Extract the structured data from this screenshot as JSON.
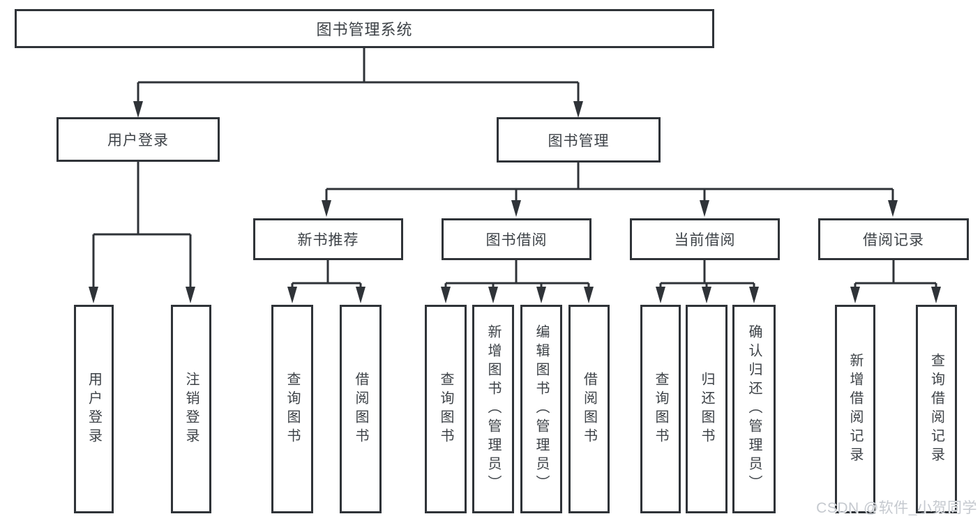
{
  "tree": {
    "label": "图书管理系统",
    "children": [
      {
        "label": "用户登录",
        "children": [
          {
            "label": "用户登录"
          },
          {
            "label": "注销登录"
          }
        ]
      },
      {
        "label": "图书管理",
        "children": [
          {
            "label": "新书推荐",
            "children": [
              {
                "label": "查询图书"
              },
              {
                "label": "借阅图书"
              }
            ]
          },
          {
            "label": "图书借阅",
            "children": [
              {
                "label": "查询图书"
              },
              {
                "label": "新增图书（管理员）"
              },
              {
                "label": "编辑图书（管理员）"
              },
              {
                "label": "借阅图书"
              }
            ]
          },
          {
            "label": "当前借阅",
            "children": [
              {
                "label": "查询图书"
              },
              {
                "label": "归还图书"
              },
              {
                "label": "确认归还（管理员）"
              }
            ]
          },
          {
            "label": "借阅记录",
            "children": [
              {
                "label": "新增借阅记录"
              },
              {
                "label": "查询借阅记录"
              }
            ]
          }
        ]
      }
    ]
  },
  "watermark": {
    "text": "CSDN @软件_小贺同学"
  },
  "colors": {
    "background": "#ffffff",
    "line": "#2f3338",
    "box_border": "#2f3338",
    "text": "#3d4247",
    "watermark": "#c5c9cf"
  }
}
